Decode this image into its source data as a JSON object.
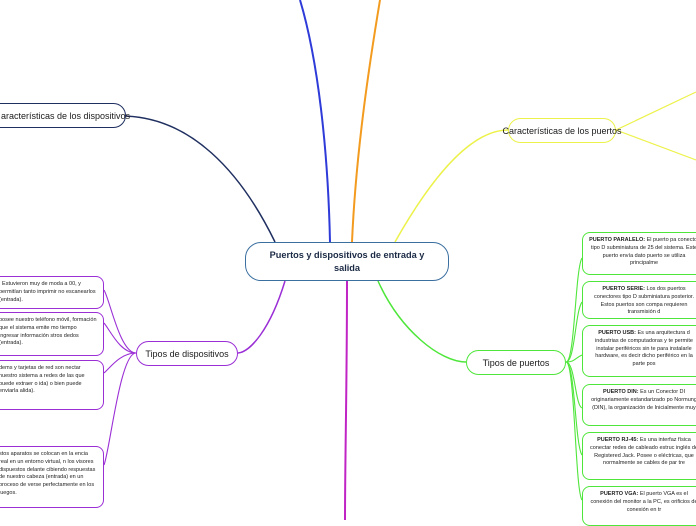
{
  "central": {
    "title": "Puertos y dispositivos de entrada y salida"
  },
  "branches": {
    "caracteristicas_dispositivos": "aracterísticas de los dispositivos",
    "caracteristicas_puertos": "Características de los puertos",
    "tipos_dispositivos": "Tipos de dispositivos",
    "tipos_puertos": "Tipos de puertos"
  },
  "devices": [
    {
      "text": ": Estuvieron muy de moda a 00, y permitían tanto imprimir no escanearlos (entrada)."
    },
    {
      "text": "posee nuestro teléfono móvil, formación que el sistema emite mo tiempo ingresar información stros dedos (entrada)."
    },
    {
      "text": "dems y tarjetas de red son nectar nuestro sistema a redes de las que puede extraer o ida) o bien puede enviarla alida)."
    },
    {
      "text": "stos aparatos se colocan en la encia real en un entorno virtual, n los visores dispuestos delante cibiendo respuestas de nuestro cabeza (entrada) en un proceso de verse perfectamente en los juegos."
    }
  ],
  "ports": [
    {
      "name": "PUERTO PARALELO:",
      "text": "El puerto pa conector tipo D subminiatura de 25 del sistema. Este puerto envía dato puerto se utiliza principalme"
    },
    {
      "name": "PUERTO SERIE:",
      "text": "Los dos puertos conectores tipo D subminiatura posterior. Estos puertos son compa requieren transmisión d"
    },
    {
      "name": "PUERTO USB:",
      "text": "Es una arquitectura d industrias de computadoras y te permite instalar periféricos sin te para instalarle hardware, es decir dicho periférico en la parte pos"
    },
    {
      "name": "PUERTO DIN:",
      "text": "Es un Conector DI originariamente estandarizado po Normung (DIN), la organización de Inicialmente muy"
    },
    {
      "name": "PUERTO RJ-45:",
      "text": "Es una interfaz física conectar redes de cableado estruc inglés de Registered Jack. Posee o eléctricas, que normalmente se cables de par tre"
    },
    {
      "name": "PUERTO VGA:",
      "text": "El puerto VGA es el conexión del monitor a la PC, es orificios de conexión en tr"
    }
  ],
  "colors": {
    "top_purple": "#2e3bd8",
    "top_orange": "#f39b1f",
    "yellow": "#ecf24a",
    "green": "#4fe63b",
    "purple": "#9b2fd6",
    "darkblue": "#1f2f60",
    "magenta": "#c024c4"
  }
}
